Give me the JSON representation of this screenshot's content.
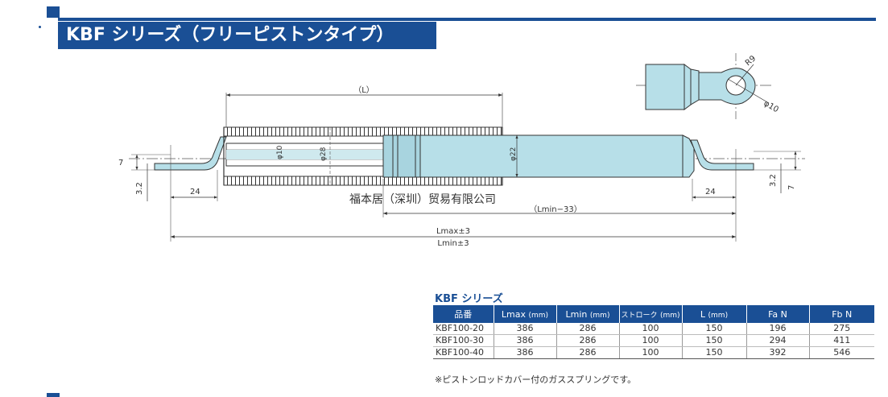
{
  "header": {
    "title": "KBF シリーズ（フリーピストンタイプ）"
  },
  "drawing": {
    "dim_L": "（L）",
    "dim_rod_dia": "φ10",
    "dim_tube_dia": "φ28",
    "dim_cyl_dia": "φ22",
    "dim_left_height": "7",
    "dim_left_offset": "3.2",
    "dim_left_length": "24",
    "dim_right_height": "7",
    "dim_right_offset": "3.2",
    "dim_right_length": "24",
    "dim_lmin33": "（Lmin−33）",
    "dim_lmax": "Lmax±3",
    "dim_lmin": "Lmin±3",
    "detail_radius": "R9",
    "detail_hole": "φ10",
    "watermark": "福本居（深圳）贸易有限公司"
  },
  "spec_table": {
    "title": "KBF シリーズ",
    "headers": [
      {
        "label": "品番",
        "unit": ""
      },
      {
        "label": "Lmax",
        "unit": "(mm)"
      },
      {
        "label": "Lmin",
        "unit": "(mm)"
      },
      {
        "label": "ストローク",
        "unit": "(mm)"
      },
      {
        "label": "L",
        "unit": "(mm)"
      },
      {
        "label": "Fa N",
        "unit": ""
      },
      {
        "label": "Fb N",
        "unit": ""
      }
    ],
    "rows": [
      [
        "KBF100-20",
        "386",
        "286",
        "100",
        "150",
        "196",
        "275"
      ],
      [
        "KBF100-30",
        "386",
        "286",
        "100",
        "150",
        "294",
        "411"
      ],
      [
        "KBF100-40",
        "386",
        "286",
        "100",
        "150",
        "392",
        "546"
      ]
    ]
  },
  "footnote": "※ピストンロッドカバー付のガススプリングです。",
  "colors": {
    "accent": "#1a4f95",
    "part_fill": "#b7dfe8",
    "line": "#333333"
  }
}
